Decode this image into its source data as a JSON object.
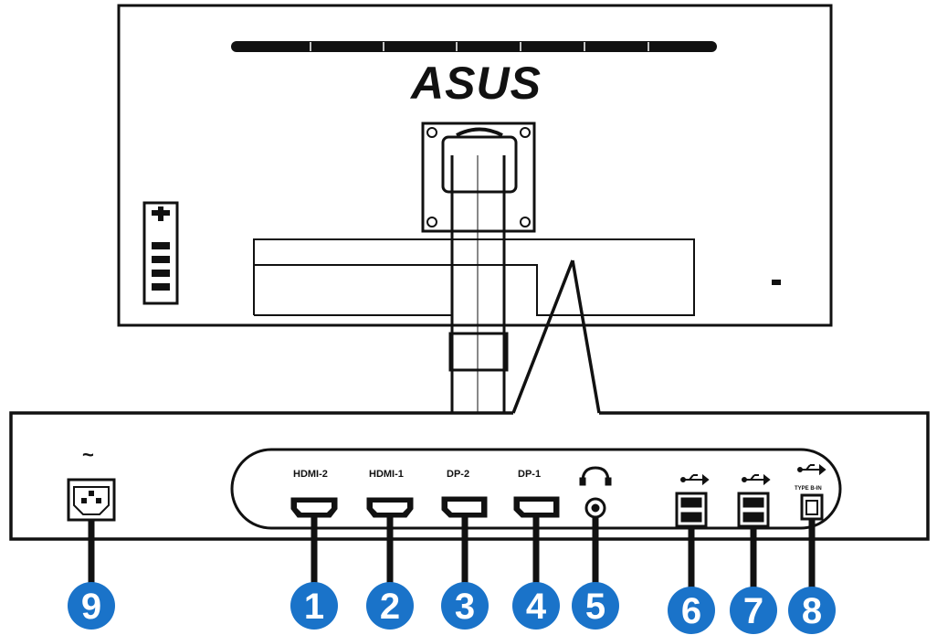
{
  "brand": {
    "logo_text": "ASUS"
  },
  "panel": {
    "power_symbol": "~",
    "ports": [
      {
        "number": "1",
        "label": "HDMI-2",
        "icon": "hdmi-port-icon"
      },
      {
        "number": "2",
        "label": "HDMI-1",
        "icon": "hdmi-port-icon"
      },
      {
        "number": "3",
        "label": "DP-2",
        "icon": "displayport-icon"
      },
      {
        "number": "4",
        "label": "DP-1",
        "icon": "displayport-icon"
      },
      {
        "number": "5",
        "label": "",
        "icon": "headphone-icon"
      },
      {
        "number": "6",
        "label": "",
        "icon": "usb-icon"
      },
      {
        "number": "7",
        "label": "",
        "icon": "usb-icon"
      },
      {
        "number": "8",
        "label": "TYPE B-IN",
        "icon": "usb-icon"
      },
      {
        "number": "9",
        "label": "",
        "icon": "ac-power-inlet-icon"
      }
    ]
  },
  "colors": {
    "callout": "#1a73c9",
    "line": "#111111",
    "background": "#ffffff"
  }
}
